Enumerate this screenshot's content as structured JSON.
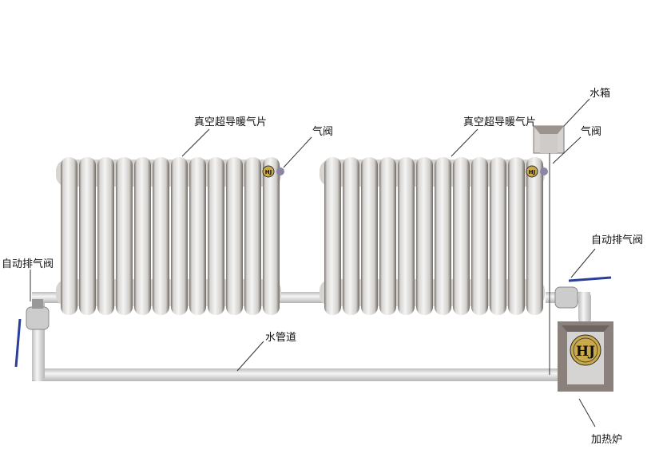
{
  "labels": {
    "radiator_left": "真空超导暖气片",
    "radiator_right": "真空超导暖气片",
    "valve_left": "气阀",
    "valve_right": "气阀",
    "water_tank": "水箱",
    "auto_vent_left": "自动排气阀",
    "auto_vent_right": "自动排气阀",
    "water_pipe": "水管道",
    "boiler": "加热炉"
  },
  "logo_text": "HJ",
  "colors": {
    "pipe": "#e4e4e4",
    "boiler": "#8a817c",
    "logo": "#c9a94a",
    "handle": "#2a3f9a"
  },
  "radiator_columns": 12
}
